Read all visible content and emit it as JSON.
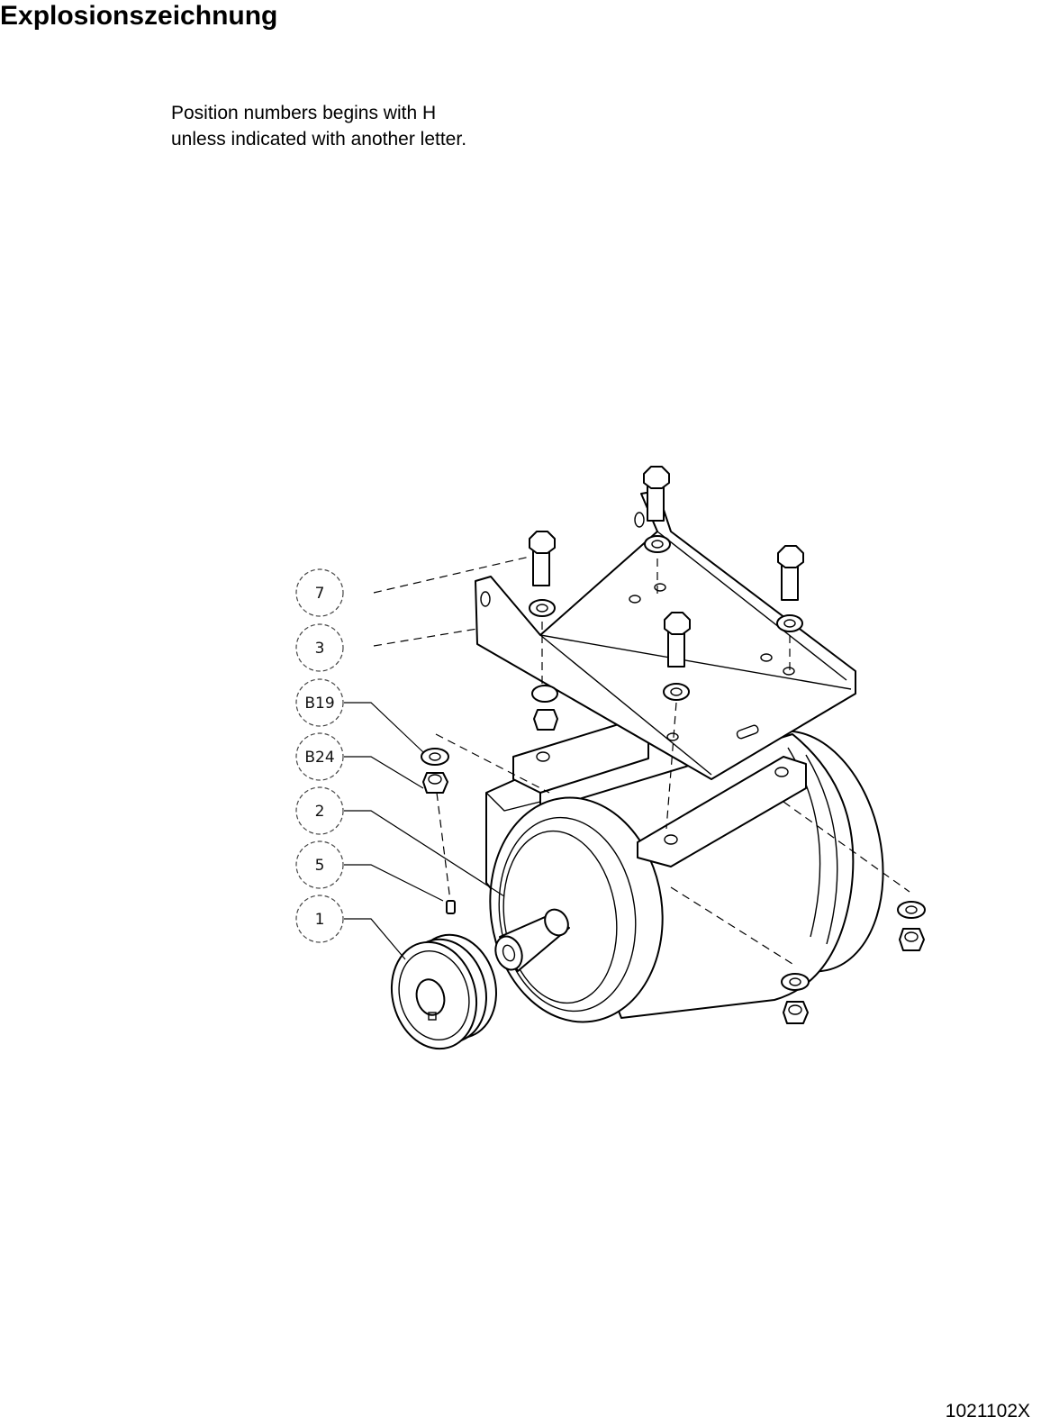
{
  "header": {
    "title": "Explosionszeichnung"
  },
  "note": {
    "line1": "Position numbers begins with H",
    "line2": "unless indicated with another letter."
  },
  "footer": {
    "document_number": "1021102X"
  },
  "callouts": [
    {
      "label": "7"
    },
    {
      "label": "3"
    },
    {
      "label": "B19"
    },
    {
      "label": "B24"
    },
    {
      "label": "2"
    },
    {
      "label": "5"
    },
    {
      "label": "1"
    }
  ]
}
